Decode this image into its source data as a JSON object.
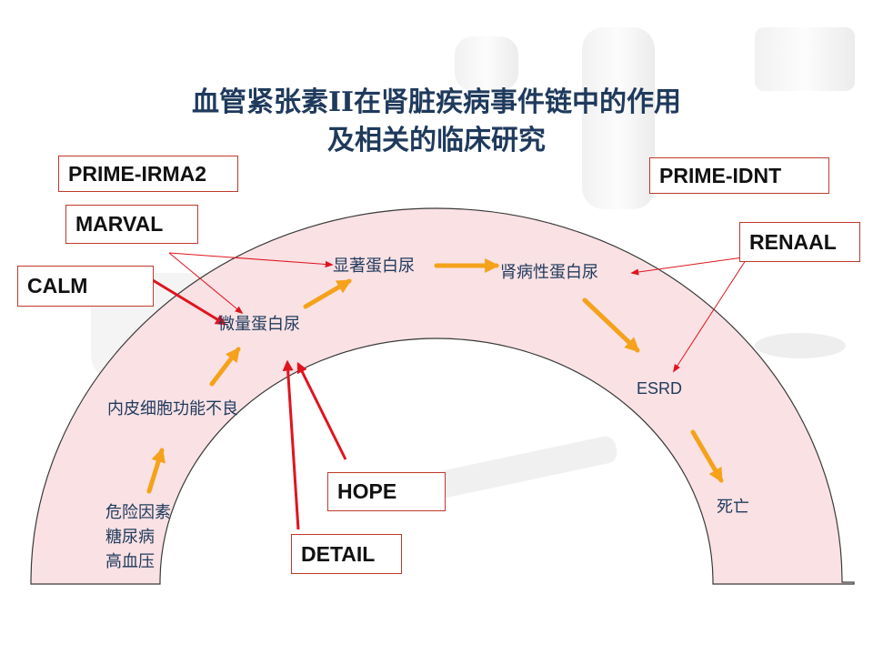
{
  "title": {
    "line1": "血管紧张素II在肾脏疾病事件链中的作用",
    "line2": "及相关的临床研究"
  },
  "nodes": {
    "risk": [
      "危险因素",
      "糖尿病",
      "高血压"
    ],
    "endothelial": "内皮细胞功能不良",
    "micro": "微量蛋白尿",
    "macro": "显著蛋白尿",
    "nephropathy": "肾病性蛋白尿",
    "esrd": "ESRD",
    "death": "死亡"
  },
  "trials": {
    "prime_irma2": "PRIME-IRMA2",
    "marval": "MARVAL",
    "calm": "CALM",
    "hope": "HOPE",
    "detail": "DETAIL",
    "prime_idnt": "PRIME-IDNT",
    "renaal": "RENAAL"
  },
  "colors": {
    "arc_fill": "#f9e1e4",
    "arc_stroke": "#3a3a3a",
    "progress_arrow": "#f5a21b",
    "trial_arrow": "#e0141e",
    "box_border": "#c0392b",
    "node_text": "#1f3a5c"
  }
}
